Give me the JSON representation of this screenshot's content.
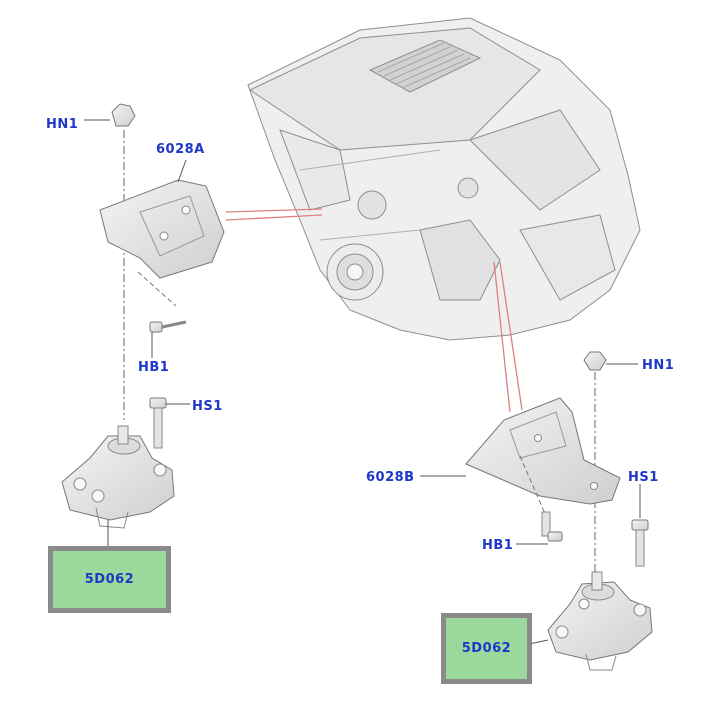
{
  "callouts": {
    "hn1_left": "HN1",
    "part_6028a": "6028A",
    "hb1_left": "HB1",
    "hs1_left": "HS1",
    "hn1_right": "HN1",
    "part_6028b": "6028B",
    "hs1_right": "HS1",
    "hb1_right": "HB1"
  },
  "highlighted_parts": {
    "left": "5D062",
    "right": "5D062"
  },
  "colors": {
    "callout_text": "#1e37c8",
    "highlight_fill": "#9bd89b",
    "highlight_border": "#8a8a8a",
    "leader_red": "#e08080"
  }
}
